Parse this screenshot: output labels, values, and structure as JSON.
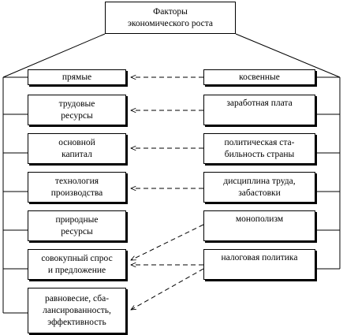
{
  "root": {
    "label": "Факторы\nэкономического роста"
  },
  "direct": {
    "header": "прямые",
    "items": [
      "трудовые\nресурсы",
      "основной\nкапитал",
      "технология\nпроизводства",
      "природные\nресурсы",
      "совокупный спрос\nи предложение",
      "равновесие, сба-\nлансированность,\nэффективность"
    ]
  },
  "indirect": {
    "header": "косвенные",
    "items": [
      "заработная плата",
      "политическая ста-\nбильность страны",
      "дисциплина труда,\nзабастовки",
      "монополизм",
      "налоговая политика"
    ]
  },
  "colors": {
    "line": "#000000",
    "box_fill": "#ffffff"
  }
}
